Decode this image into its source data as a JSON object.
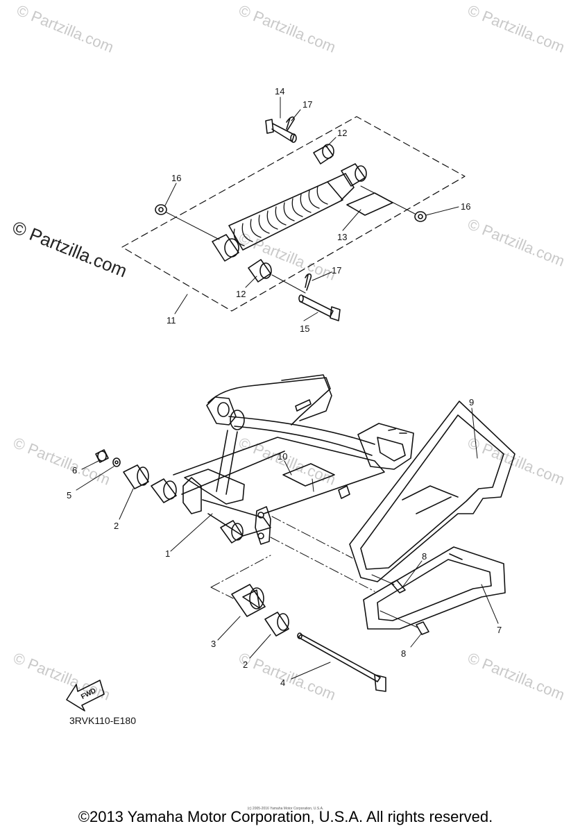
{
  "diagram": {
    "drawing_code": "3RVK110-E180",
    "copyright": "©2013 Yamaha Motor Corporation, U.S.A. All rights reserved.",
    "fine_print": "(c) 2005-2016 Yamaha Motor Corporation, U.S.A.",
    "fwd_label": "FWD",
    "watermark_main": "© Partzilla.com",
    "watermark_repeat": "© Partzilla.com",
    "callouts": [
      {
        "n": "14"
      },
      {
        "n": "17"
      },
      {
        "n": "12"
      },
      {
        "n": "16"
      },
      {
        "n": "16"
      },
      {
        "n": "13"
      },
      {
        "n": "12"
      },
      {
        "n": "17"
      },
      {
        "n": "11"
      },
      {
        "n": "15"
      },
      {
        "n": "9"
      },
      {
        "n": "10"
      },
      {
        "n": "6"
      },
      {
        "n": "5"
      },
      {
        "n": "2"
      },
      {
        "n": "1"
      },
      {
        "n": "8"
      },
      {
        "n": "7"
      },
      {
        "n": "3"
      },
      {
        "n": "2"
      },
      {
        "n": "8"
      },
      {
        "n": "4"
      }
    ]
  }
}
